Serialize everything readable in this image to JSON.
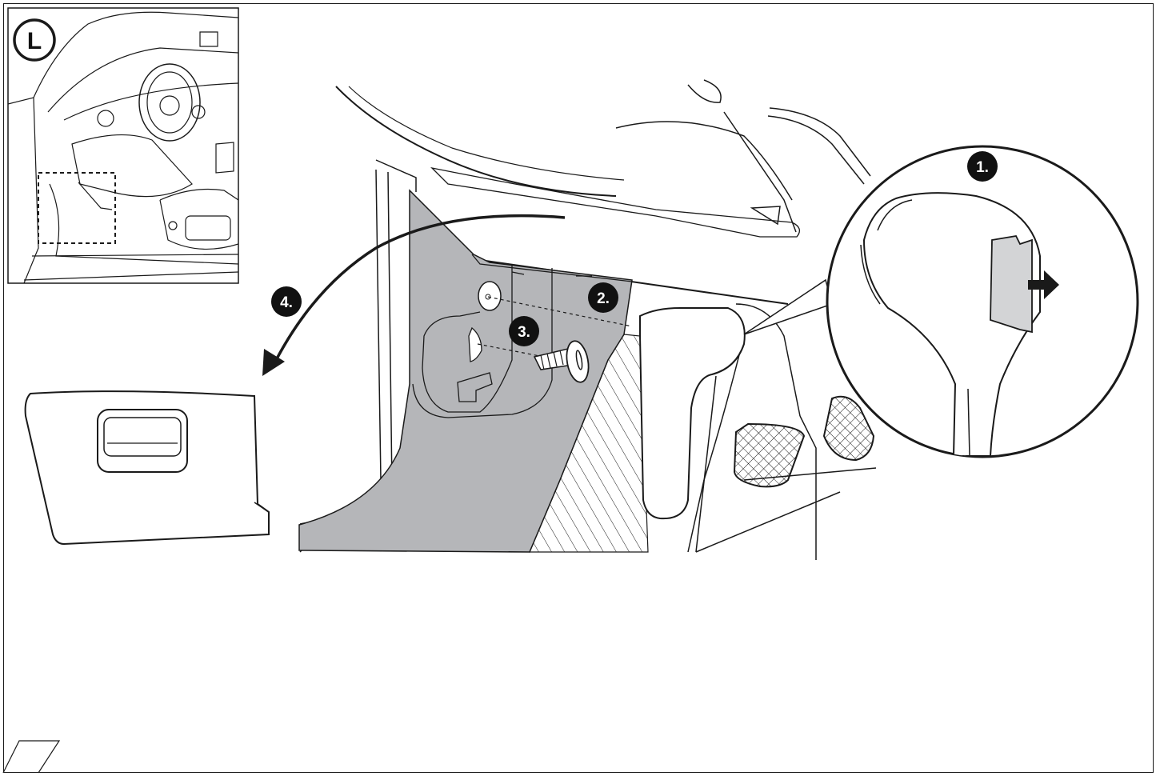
{
  "inset": {
    "letter": "L"
  },
  "steps": [
    {
      "label": "1."
    },
    {
      "label": "2."
    },
    {
      "label": "3."
    },
    {
      "label": "4."
    }
  ],
  "colors": {
    "line": "#1a1a1a",
    "panel_fill": "#b5b6b9",
    "badge_fill": "#111111",
    "badge_text": "#ffffff",
    "clip_fill": "#d3d4d6"
  }
}
